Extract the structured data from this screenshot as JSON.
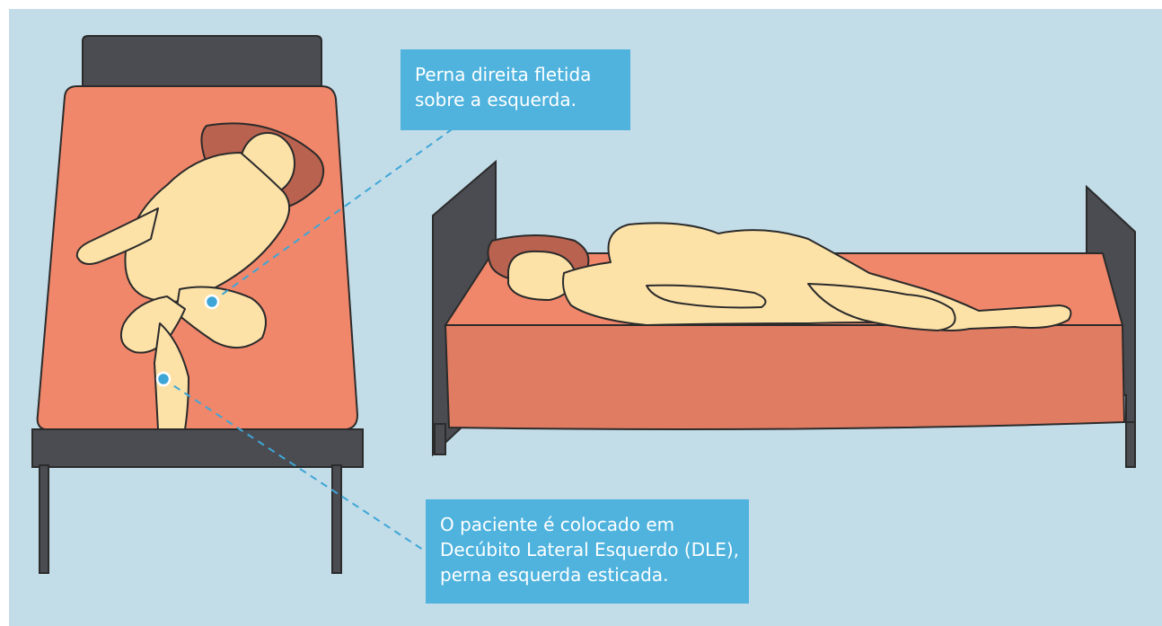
{
  "callouts": {
    "top": {
      "lines": [
        "Perna direita fletida",
        "sobre a esquerda."
      ]
    },
    "bottom": {
      "lines": [
        "O paciente é colocado em",
        "Decúbito Lateral Esquerdo (DLE),",
        "perna esquerda esticada."
      ]
    }
  },
  "colors": {
    "background": "#c2dce8",
    "bed_frame": "#4a4c52",
    "mattress": "#f0876a",
    "mattress_side": "#e07c62",
    "skin": "#fde2a8",
    "outline": "#2b2b2b",
    "pillow": "#b9624f",
    "callout": "#4fb3de",
    "leader_line": "#3ea6d6"
  },
  "icons": [
    "bed-top-view-illustration",
    "bed-side-view-illustration",
    "patient-figure",
    "pillow-icon"
  ]
}
